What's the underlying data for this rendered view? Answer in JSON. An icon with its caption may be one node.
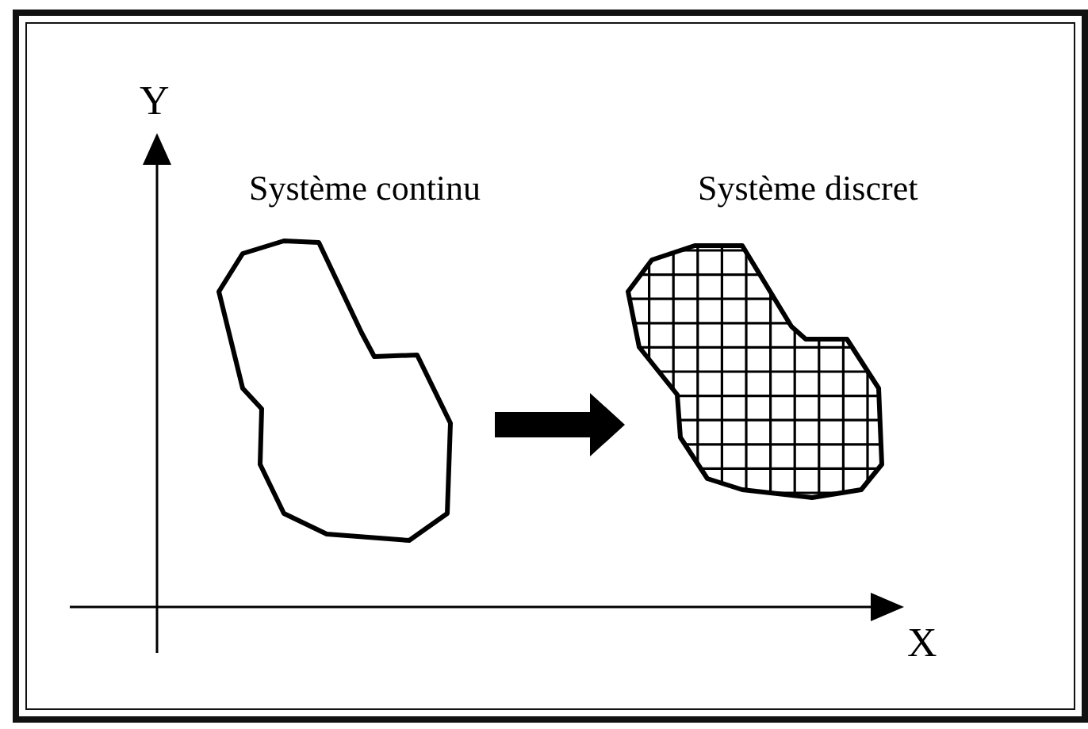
{
  "diagram": {
    "nodes": [
      {
        "text": [
          "Système continu"
        ]
      },
      {
        "text": [
          "Système discret"
        ]
      }
    ],
    "edges": [
      {
        "from": 0,
        "to": 1,
        "arrow": "to"
      }
    ],
    "labels": [
      "Y",
      "X"
    ]
  }
}
